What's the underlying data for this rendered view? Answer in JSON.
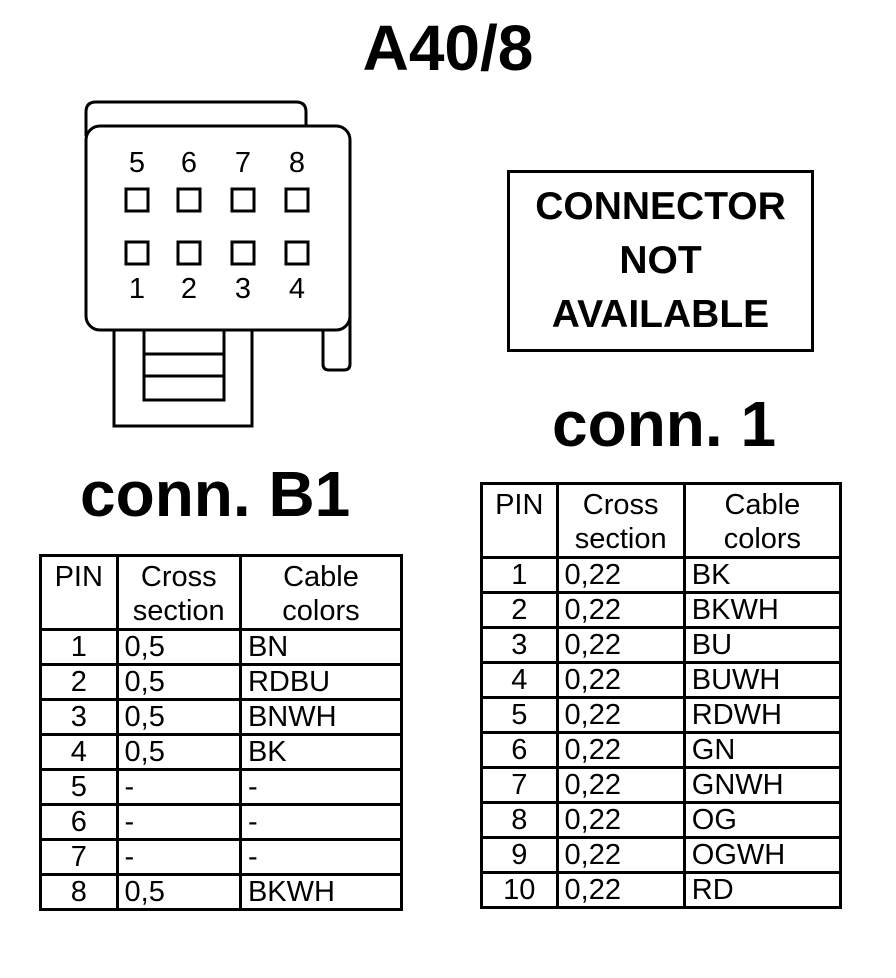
{
  "title": "A40/8",
  "connector_b1": {
    "label": "conn. B1",
    "pin_labels_top": [
      "5",
      "6",
      "7",
      "8"
    ],
    "pin_labels_bottom": [
      "1",
      "2",
      "3",
      "4"
    ],
    "table": {
      "headers": [
        "PIN",
        "Cross section",
        "Cable colors"
      ],
      "rows": [
        [
          "1",
          "0,5",
          "BN"
        ],
        [
          "2",
          "0,5",
          "RDBU"
        ],
        [
          "3",
          "0,5",
          "BNWH"
        ],
        [
          "4",
          "0,5",
          "BK"
        ],
        [
          "5",
          "-",
          "-"
        ],
        [
          "6",
          "-",
          "-"
        ],
        [
          "7",
          "-",
          "-"
        ],
        [
          "8",
          "0,5",
          "BKWH"
        ]
      ]
    }
  },
  "connector_1": {
    "label": "conn. 1",
    "not_available_lines": [
      "CONNECTOR",
      "NOT",
      "AVAILABLE"
    ],
    "table": {
      "headers": [
        "PIN",
        "Cross section",
        "Cable colors"
      ],
      "rows": [
        [
          "1",
          "0,22",
          "BK"
        ],
        [
          "2",
          "0,22",
          "BKWH"
        ],
        [
          "3",
          "0,22",
          "BU"
        ],
        [
          "4",
          "0,22",
          "BUWH"
        ],
        [
          "5",
          "0,22",
          "RDWH"
        ],
        [
          "6",
          "0,22",
          "GN"
        ],
        [
          "7",
          "0,22",
          "GNWH"
        ],
        [
          "8",
          "0,22",
          "OG"
        ],
        [
          "9",
          "0,22",
          "OGWH"
        ],
        [
          "10",
          "0,22",
          "RD"
        ]
      ]
    }
  }
}
